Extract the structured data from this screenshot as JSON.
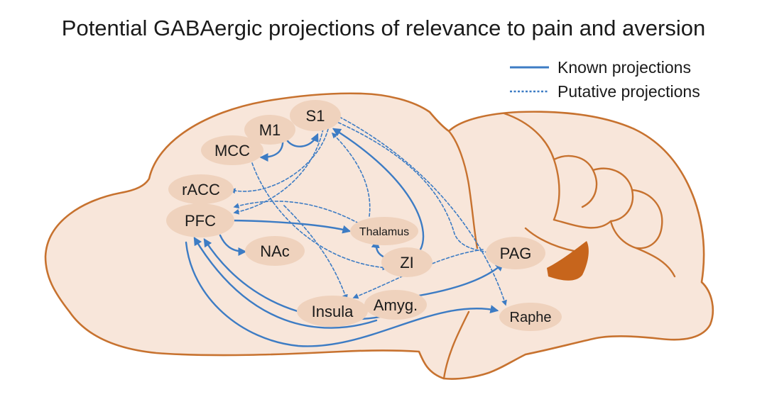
{
  "title": "Potential GABAergic projections of relevance to pain and aversion",
  "legend": {
    "known": "Known projections",
    "putative": "Putative projections"
  },
  "colors": {
    "brain_fill": "#f8e6da",
    "brain_outline": "#c7722f",
    "region_fill": "#efd2bd",
    "arrow": "#3d7cc4",
    "ventricle": "#c7651c"
  },
  "regions": {
    "s1": "S1",
    "m1": "M1",
    "mcc": "MCC",
    "racc": "rACC",
    "pfc": "PFC",
    "nac": "NAc",
    "thalamus": "Thalamus",
    "zi": "ZI",
    "pag": "PAG",
    "amyg": "Amyg.",
    "insula": "Insula",
    "raphe": "Raphe"
  }
}
